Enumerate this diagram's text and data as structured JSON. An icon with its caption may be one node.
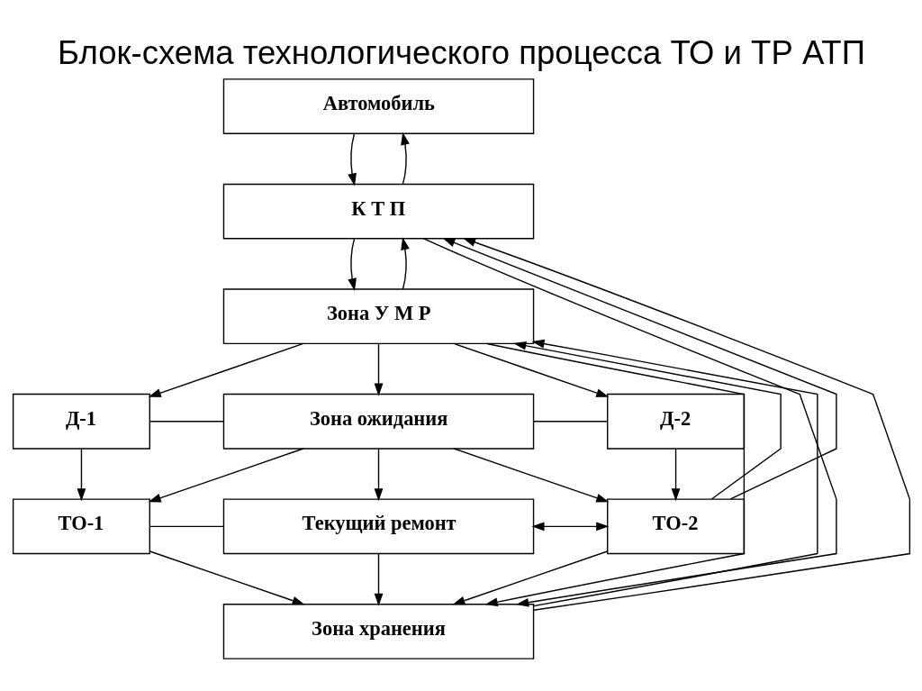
{
  "diagram": {
    "title": "Блок-схема технологического процесса ТО и ТР АТП",
    "nodes": [
      {
        "text": [
          "Автомобиль"
        ]
      },
      {
        "text": [
          "К Т П"
        ]
      },
      {
        "text": [
          "Зона У М Р"
        ]
      },
      {
        "text": [
          "Д-1"
        ]
      },
      {
        "text": [
          "Зона ожидания"
        ]
      },
      {
        "text": [
          "Д-2"
        ]
      },
      {
        "text": [
          "ТО-1"
        ]
      },
      {
        "text": [
          "Текущий ремонт"
        ]
      },
      {
        "text": [
          "ТО-2"
        ]
      },
      {
        "text": [
          "Зона хранения"
        ]
      }
    ],
    "edges": [
      {
        "from": 0,
        "to": 1,
        "arrow": "to"
      },
      {
        "from": 1,
        "to": 0,
        "arrow": "to"
      },
      {
        "from": 1,
        "to": 2,
        "arrow": "to"
      },
      {
        "from": 2,
        "to": 1,
        "arrow": "to"
      },
      {
        "from": 1,
        "to": 9,
        "arrow": "to"
      },
      {
        "from": 2,
        "to": 9,
        "arrow": "to"
      },
      {
        "from": 9,
        "to": 1,
        "arrow": "to"
      },
      {
        "from": 9,
        "to": 2,
        "arrow": "to"
      },
      {
        "from": 8,
        "to": 1,
        "arrow": "to"
      },
      {
        "from": 8,
        "to": 2,
        "arrow": "to"
      },
      {
        "from": 2,
        "to": 3,
        "arrow": "to"
      },
      {
        "from": 2,
        "to": 4,
        "arrow": "to"
      },
      {
        "from": 2,
        "to": 5,
        "arrow": "to"
      },
      {
        "from": 3,
        "to": 4,
        "arrow": "none"
      },
      {
        "from": 4,
        "to": 5,
        "arrow": "none"
      },
      {
        "from": 3,
        "to": 6,
        "arrow": "to"
      },
      {
        "from": 5,
        "to": 8,
        "arrow": "to"
      },
      {
        "from": 4,
        "to": 6,
        "arrow": "to"
      },
      {
        "from": 4,
        "to": 7,
        "arrow": "to"
      },
      {
        "from": 4,
        "to": 8,
        "arrow": "to"
      },
      {
        "from": 6,
        "to": 7,
        "arrow": "none"
      },
      {
        "from": 7,
        "to": 8,
        "arrow": "both"
      },
      {
        "from": 6,
        "to": 9,
        "arrow": "to"
      },
      {
        "from": 7,
        "to": 9,
        "arrow": "to"
      },
      {
        "from": 8,
        "to": 9,
        "arrow": "to"
      }
    ]
  }
}
